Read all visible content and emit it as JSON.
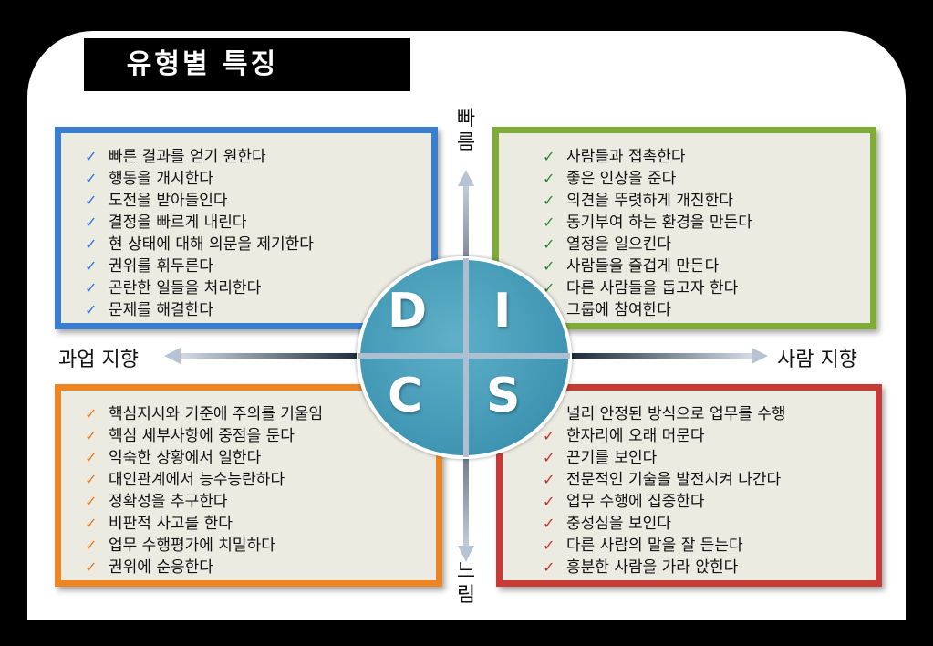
{
  "title": "유형별 특징",
  "axes": {
    "top": "빠름",
    "bottom": "느림",
    "left": "과업 지향",
    "right": "사람 지향"
  },
  "letters": {
    "d": "D",
    "i": "I",
    "c": "C",
    "s": "S"
  },
  "check_mark": "✓",
  "quadrants": {
    "d": {
      "border_color": "#3a7fcf",
      "items": [
        "빠른 결과를 얻기 원한다",
        "행동을 개시한다",
        "도전을 받아들인다",
        "결정을 빠르게 내린다",
        "현 상태에 대해 의문을 제기한다",
        "권위를 휘두른다",
        "곤란한 일들을 처리한다",
        "문제를 해결한다"
      ]
    },
    "i": {
      "border_color": "#7fab37",
      "items": [
        "사람들과 접촉한다",
        "좋은 인상을 준다",
        "의견을 뚜렷하게 개진한다",
        "동기부여 하는 환경을 만든다",
        "열정을 일으킨다",
        "사람들을 즐겁게 만든다",
        "다른 사람들을 돕고자 한다",
        "그룹에 참여한다"
      ]
    },
    "c": {
      "border_color": "#ee8525",
      "items": [
        "핵심지시와 기준에 주의를 기울임",
        "핵심 세부사항에 중점을 둔다",
        "익숙한 상황에서 일한다",
        "대인관계에서 능수능란하다",
        "정확성을 추구한다",
        "비판적 사고를 한다",
        "업무 수행평가에 치밀하다",
        "권위에 순응한다"
      ]
    },
    "s": {
      "border_color": "#c73b36",
      "items": [
        "널리 안정된 방식으로 업무를 수행",
        "한자리에 오래 머문다",
        "끈기를 보인다",
        "전문적인 기술을 발전시켜 나간다",
        "업무 수행에 집중한다",
        "충성심을 보인다",
        "다른 사람의 말을 잘 듣는다",
        "흥분한 사람을 가라 앉힌다"
      ]
    }
  }
}
